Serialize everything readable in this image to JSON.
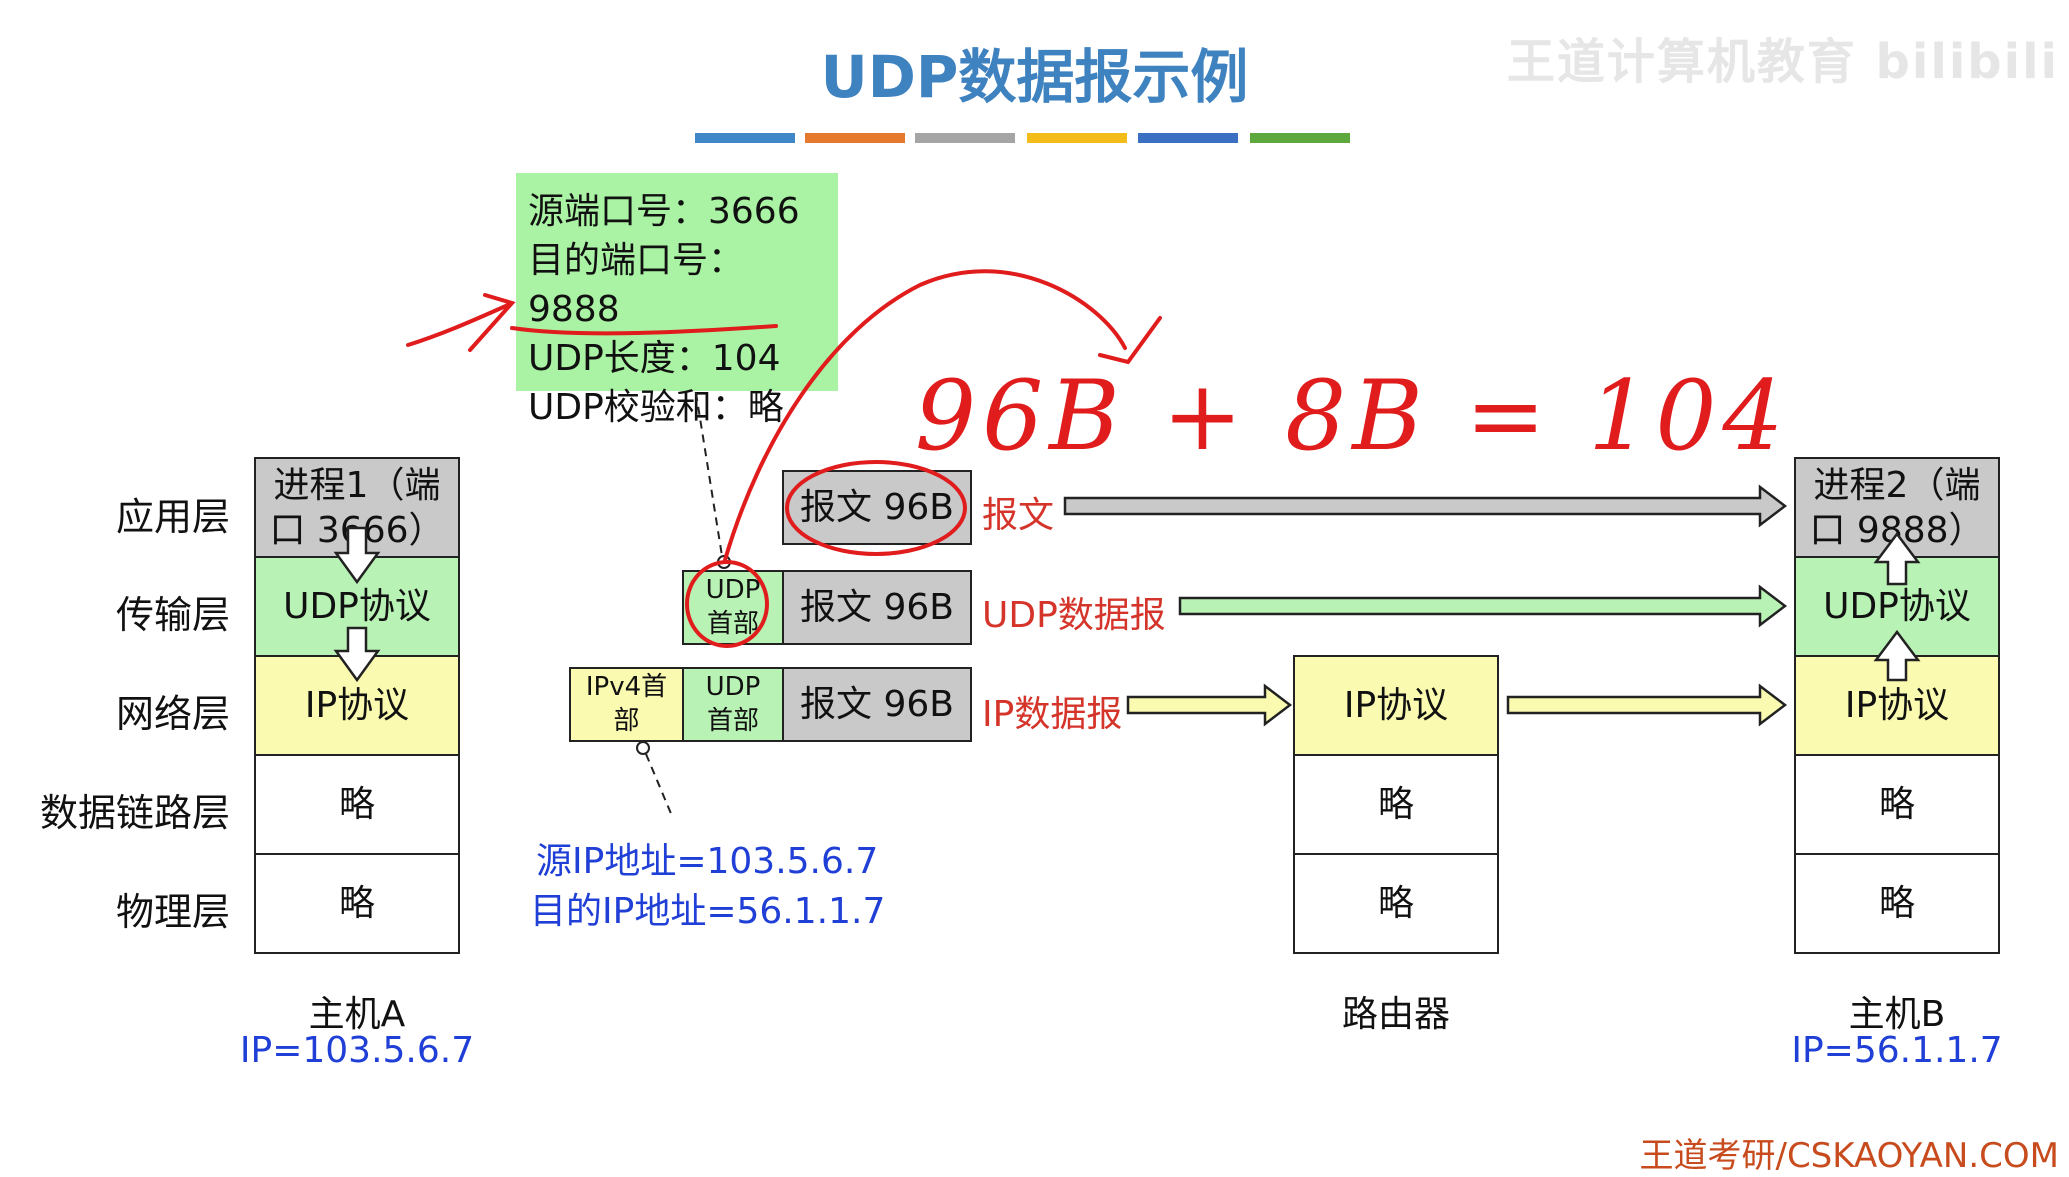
{
  "title": "UDP数据报示例",
  "watermark": "王道计算机教育 bilibili",
  "colors": {
    "title": "#3e82c0",
    "strip": [
      "#3f87c6",
      "#e5792e",
      "#a5a5a5",
      "#f4bc1a",
      "#3b6fc2",
      "#5ea93e"
    ],
    "gray_box": "#c9c9c9",
    "green_box": "#b9f2b5",
    "yellow_box": "#fafab0",
    "red_label": "#d5342a",
    "blue_text": "#1f3fd6",
    "handwriting": "#e01c1c"
  },
  "layers": [
    "应用层",
    "传输层",
    "网络层",
    "数据链路层",
    "物理层"
  ],
  "hostA": {
    "app": "进程1（端口 3666）",
    "transport": "UDP协议",
    "network": "IP协议",
    "link": "略",
    "physical": "略",
    "name": "主机A",
    "ip": "IP=103.5.6.7"
  },
  "router": {
    "network": "IP协议",
    "link": "略",
    "physical": "略",
    "name": "路由器"
  },
  "hostB": {
    "app": "进程2（端口 9888）",
    "transport": "UDP协议",
    "network": "IP协议",
    "link": "略",
    "physical": "略",
    "name": "主机B",
    "ip": "IP=56.1.1.7"
  },
  "udp_header": {
    "src_port": "源端口号：3666",
    "dst_port": "目的端口号：9888",
    "length": "UDP长度：104",
    "checksum": "UDP校验和：略"
  },
  "packets": {
    "message": "报文 96B",
    "udp_head": "UDP首部",
    "ipv4_head": "IPv4首部",
    "label_message": "报文",
    "label_udp": "UDP数据报",
    "label_ip": "IP数据报"
  },
  "ip_header": {
    "src": "源IP地址=103.5.6.7",
    "dst": "目的IP地址=56.1.1.7"
  },
  "handwriting": "96B + 8B = 104",
  "footer": "王道考研/CSKAOYAN.COM"
}
